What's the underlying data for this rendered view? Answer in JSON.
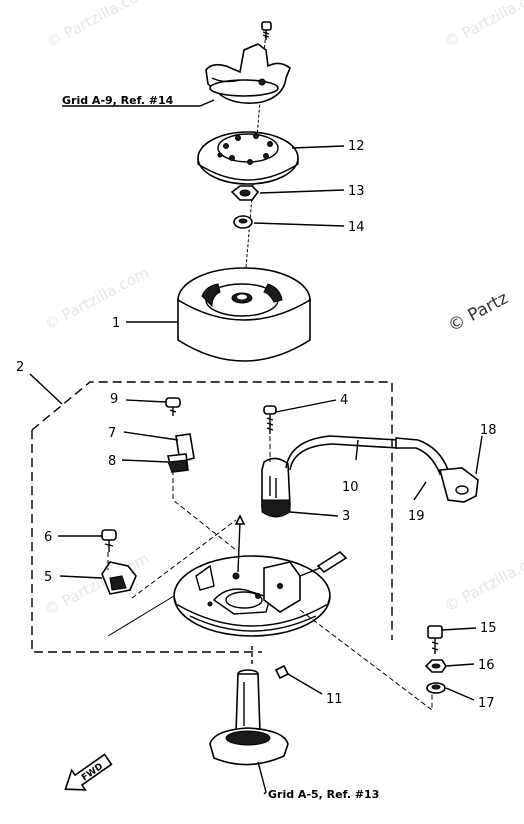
{
  "watermark": "© Partzilla.com",
  "watermark_edge": "© Partz",
  "references": {
    "top": "Grid A-9, Ref. #14",
    "bottom": "Grid A-5, Ref. #13"
  },
  "fwd_label": "FWD",
  "callouts": {
    "c1": "1",
    "c2": "2",
    "c3": "3",
    "c4": "4",
    "c5": "5",
    "c6": "6",
    "c7": "7",
    "c8": "8",
    "c9": "9",
    "c10": "10",
    "c11": "11",
    "c12": "12",
    "c13": "13",
    "c14": "14",
    "c15": "15",
    "c16": "16",
    "c17": "17",
    "c18": "18",
    "c19": "19"
  }
}
